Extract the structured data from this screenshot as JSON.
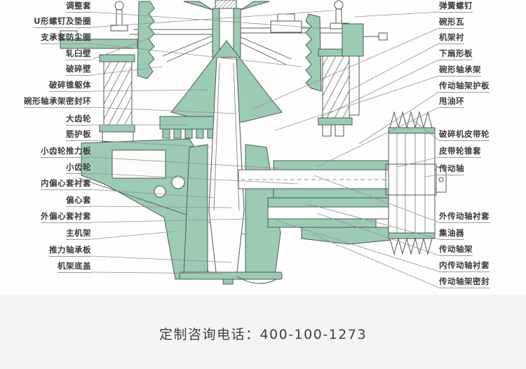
{
  "diagram": {
    "name": "cone-crusher-cross-section",
    "labels_left": [
      "调整套",
      "U形螺钉及垫圈",
      "支承套防尘圈",
      "轧臼壁",
      "破碎壁",
      "破碎锥躯体",
      "碗形轴承架密封环",
      "大齿轮",
      "筋护板",
      "小齿轮推力板",
      "小齿轮",
      "内偏心套衬套",
      "偏心套",
      "外偏心套衬套",
      "主机架",
      "推力轴承板",
      "机架底盖"
    ],
    "labels_right": [
      "弹簧螺钉",
      "碗形瓦",
      "机架衬",
      "下扇形板",
      "碗形轴承架",
      "传动轴架护板",
      "甩油环",
      "破碎机皮带轮",
      "皮带轮锥套",
      "传动轴",
      "外传动轴衬套",
      "集油器",
      "传动轴架",
      "内传动轴衬套",
      "传动轴架密封"
    ],
    "colors": {
      "part_fill": "#9ccbb4",
      "outline": "#4f5a54",
      "thin_line": "#5a5a5a",
      "leader_line": "#919191",
      "footer_bg": "#f4f4f4",
      "label_text": "#3c3c3c"
    }
  },
  "footer": {
    "phone_text": "定制咨询电话：400-100-1273"
  }
}
